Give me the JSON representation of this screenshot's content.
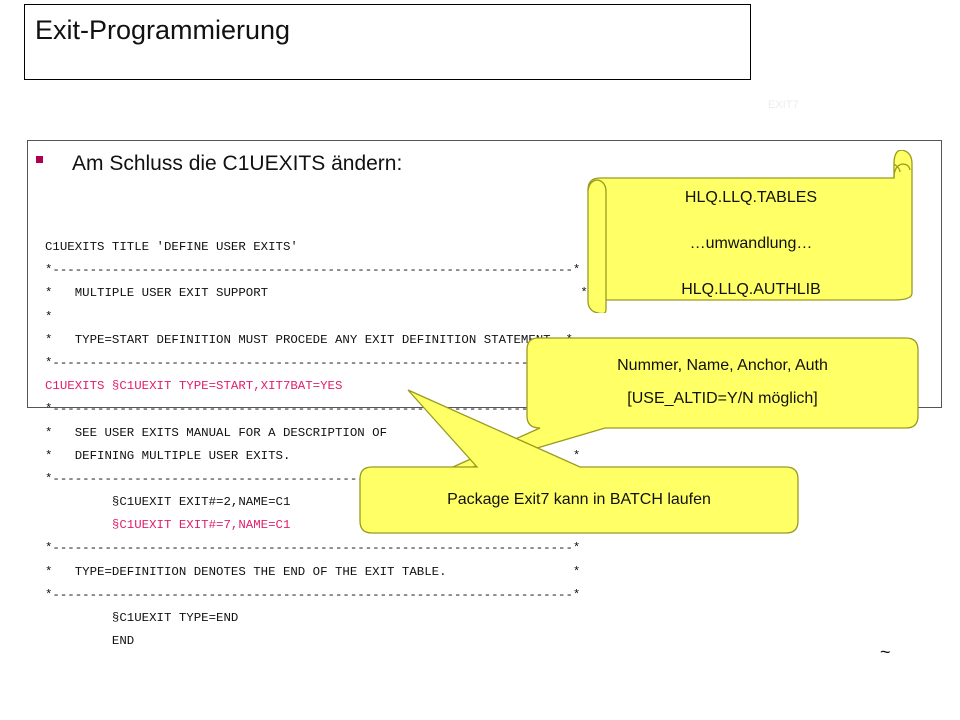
{
  "slide": {
    "title": "Exit-Programmierung",
    "faint_label": "EXIT7",
    "bullet": "Am Schluss die C1UEXITS ändern:",
    "tilde": "~"
  },
  "code_lines": [
    {
      "text": "C1UEXITS TITLE 'DEFINE USER EXITS'",
      "highlight": false
    },
    {
      "text": "*----------------------------------------------------------------------*",
      "highlight": false
    },
    {
      "text": "*   MULTIPLE USER EXIT SUPPORT                                          *",
      "highlight": false
    },
    {
      "text": "*",
      "highlight": false
    },
    {
      "text": "*   TYPE=START DEFINITION MUST PROCEDE ANY EXIT DEFINITION STATEMENT. *",
      "highlight": false
    },
    {
      "text": "*----------------------------------------------------------------------*",
      "highlight": false
    },
    {
      "text": "C1UEXITS §C1UEXIT TYPE=START,XIT7BAT=YES",
      "highlight": true
    },
    {
      "text": "*----------------------------------------------------------------------*",
      "highlight": false
    },
    {
      "text": "*   SEE USER EXITS MANUAL FOR A DESCRIPTION OF                         *",
      "highlight": false
    },
    {
      "text": "*   DEFINING MULTIPLE USER EXITS.                                      *",
      "highlight": false
    },
    {
      "text": "*----------------------------------------------------------------------*",
      "highlight": false
    },
    {
      "text": "         §C1UEXIT EXIT#=2,NAME=C1",
      "highlight": false
    },
    {
      "text": "         §C1UEXIT EXIT#=7,NAME=C1",
      "highlight": true
    },
    {
      "text": "*----------------------------------------------------------------------*",
      "highlight": false
    },
    {
      "text": "*   TYPE=DEFINITION DENOTES THE END OF THE EXIT TABLE.                 *",
      "highlight": false
    },
    {
      "text": "*----------------------------------------------------------------------*",
      "highlight": false
    },
    {
      "text": "         §C1UEXIT TYPE=END",
      "highlight": false
    },
    {
      "text": "         END",
      "highlight": false
    }
  ],
  "scroll_note": {
    "line1": "HLQ.LLQ.TABLES",
    "line2": "…umwandlung…",
    "line3": "HLQ.LLQ.AUTHLIB"
  },
  "callout_fields": {
    "line1": "Nummer, Name, Anchor, Auth",
    "line2": "[USE_ALTID=Y/N möglich]"
  },
  "callout_batch": {
    "text": "Package Exit7 kann in BATCH laufen"
  },
  "colors": {
    "callout_fill": "#ffff66",
    "callout_stroke": "#9a9a20",
    "highlight_text": "#e0206e",
    "bullet": "#b0004c"
  }
}
